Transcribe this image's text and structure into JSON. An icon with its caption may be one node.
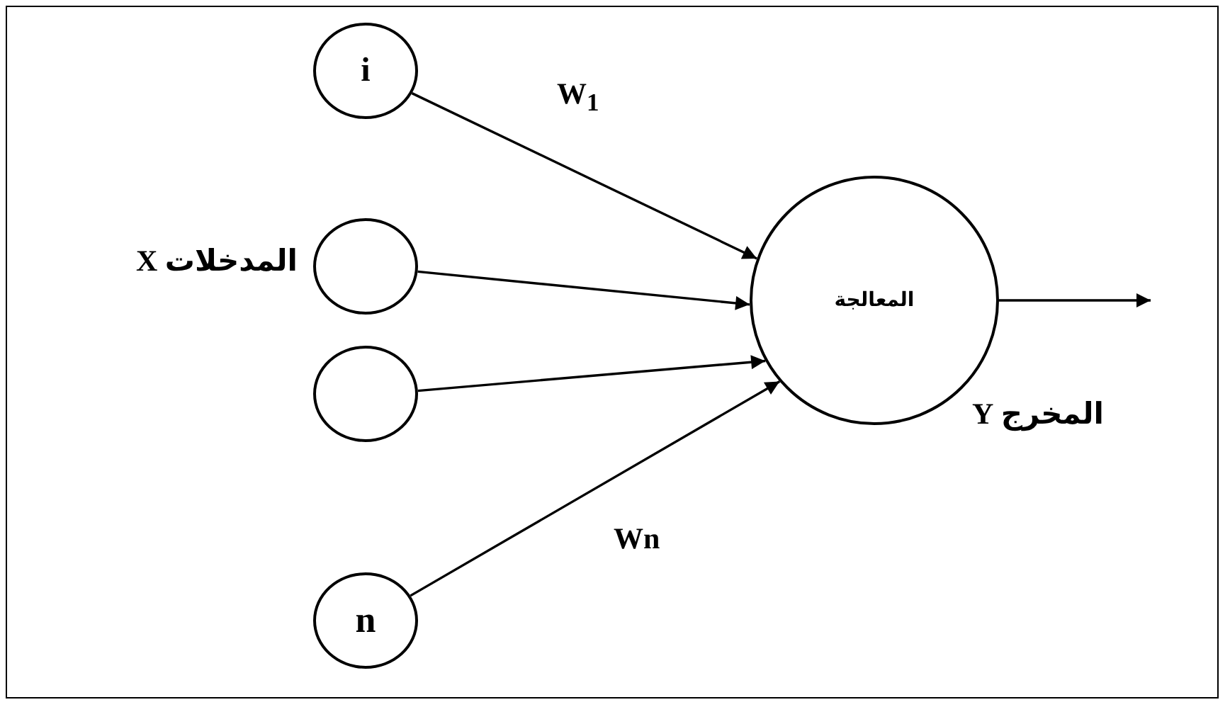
{
  "diagram": {
    "nodes": [
      {
        "text": [
          "i"
        ]
      },
      {
        "text": [],
        "shape": "circle"
      },
      {
        "text": [],
        "shape": "circle"
      },
      {
        "text": [
          "n"
        ]
      },
      {
        "text": [
          "المعالجة"
        ]
      }
    ],
    "edges": [
      {
        "from": 0,
        "to": 4,
        "arrow": "to"
      },
      {
        "from": 1,
        "to": 4,
        "arrow": "to"
      },
      {
        "from": 2,
        "to": 4,
        "arrow": "to"
      },
      {
        "from": 3,
        "to": 4,
        "arrow": "to"
      },
      {
        "from": 4,
        "to": null,
        "arrow": "to"
      }
    ],
    "labels": [
      "W$_{1}$",
      "المدخلات X",
      "المخرج Y",
      "Wn"
    ]
  }
}
